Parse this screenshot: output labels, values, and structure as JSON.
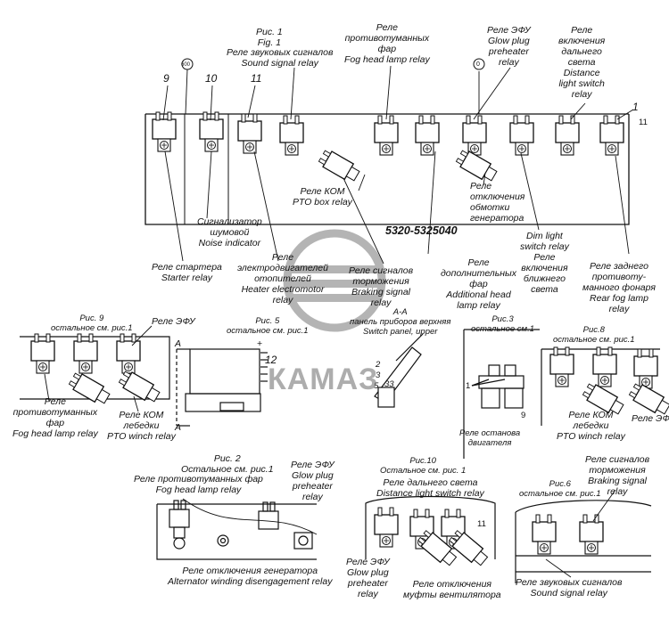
{
  "labels": {
    "fig1": [
      "Рис. 1",
      "Fig. 1"
    ],
    "sound_relay": [
      "Реле звуковых сигналов",
      "Sound signal relay"
    ],
    "fog_relay": [
      "Реле",
      "противотуманных",
      "фар",
      "Fog head lamp relay"
    ],
    "glow_relay": [
      "Реле ЭФУ",
      "Glow plug",
      "preheater",
      "relay"
    ],
    "distance_relay": [
      "Реле",
      "включения",
      "дальнего",
      "света",
      "Distance",
      "light switch",
      "relay"
    ],
    "num_9": "9",
    "num_10": "10",
    "num_11": "11",
    "num_1": "1",
    "num_11b": "11",
    "circle_600": "600",
    "circle_0": "0",
    "pto_box": [
      "Реле КОМ",
      "PTO box relay"
    ],
    "alt_disconnect": [
      "Реле",
      "отключения",
      "обмотки",
      "генератора"
    ],
    "model": "5320-5325040",
    "noise": [
      "Сигнализатор",
      "шумовой",
      "Noise indicator"
    ],
    "starter": [
      "Реле стартера",
      "Starter relay"
    ],
    "heater": [
      "Реле",
      "электродвигателей",
      "отопителей",
      "Heater electromotor",
      "relay"
    ],
    "braking": [
      "Реле сигналов",
      "торможения",
      "Braking signal",
      "relay"
    ],
    "additional": [
      "Реле",
      "дополнительных",
      "фар",
      "Additional head",
      "lamp relay"
    ],
    "dim": [
      "Dim light",
      "switch relay",
      "Реле",
      "включения",
      "ближнего",
      "света"
    ],
    "rear_fog": [
      "Реле заднего",
      "противоту-",
      "манного фонаря",
      "Rear fog lamp",
      "relay"
    ],
    "fig9": [
      "Рис. 9",
      "остальное см. рис.1"
    ],
    "efu": "Реле ЭФУ",
    "fig9_fog": [
      "Реле",
      "противотуманных",
      "фар",
      "Fog head lamp relay"
    ],
    "fig9_pto": [
      "Реле КОМ",
      "лебедки",
      "PTO winch relay"
    ],
    "fig5": [
      "Рис. 5",
      "остальное см. рис.1"
    ],
    "a_left": "А",
    "a_left2": "А",
    "num_12": "12",
    "plus": "+",
    "aa": [
      "А-А",
      "панель приборов верхняя",
      "Switch panel, upper"
    ],
    "num_2": "2",
    "num_3": "3",
    "num_5": "5",
    "num_33": "33",
    "fig3": [
      "Рис.3",
      "остальное см.1"
    ],
    "fig3_1": "1",
    "fig3_9": "9",
    "engine_stop": [
      "Реле останова",
      "двигателя"
    ],
    "fig8": [
      "Рис.8",
      "остальное см. рис.1"
    ],
    "fig8_pto": [
      "Реле КОМ",
      "лебедки",
      "PTO winch relay"
    ],
    "fig8_efu": "Реле ЭФУ",
    "fig2": [
      "Рис. 2",
      "Остальное см. рис.1"
    ],
    "fig2_fog": [
      "Реле противотуманных фар",
      "Fog head lamp relay"
    ],
    "fig2_efu": [
      "Реле ЭФУ",
      "Glow plug",
      "preheater",
      "relay"
    ],
    "fig2_alt": [
      "Реле отключения генератора",
      "Alternator winding disengagement relay"
    ],
    "fig10": [
      "Рис.10",
      "Остальное см. рис. 1"
    ],
    "fig10_dist": [
      "Реле дальнего света",
      "Distance light switch relay"
    ],
    "fig10_11": "11",
    "fig10_efu": [
      "Реле ЭФУ",
      "Glow plug",
      "preheater",
      "relay"
    ],
    "fig10_fan": [
      "Реле отключения",
      "муфты вентилятора"
    ],
    "fig6": [
      "Рис.6",
      "остальное см. рис.1"
    ],
    "fig6_brake": [
      "Реле сигналов",
      "торможения",
      "Braking signal",
      "relay"
    ],
    "fig6_sound": [
      "Реле звуковых сигналов",
      "Sound signal relay"
    ],
    "watermark": "КАМАЗ"
  }
}
